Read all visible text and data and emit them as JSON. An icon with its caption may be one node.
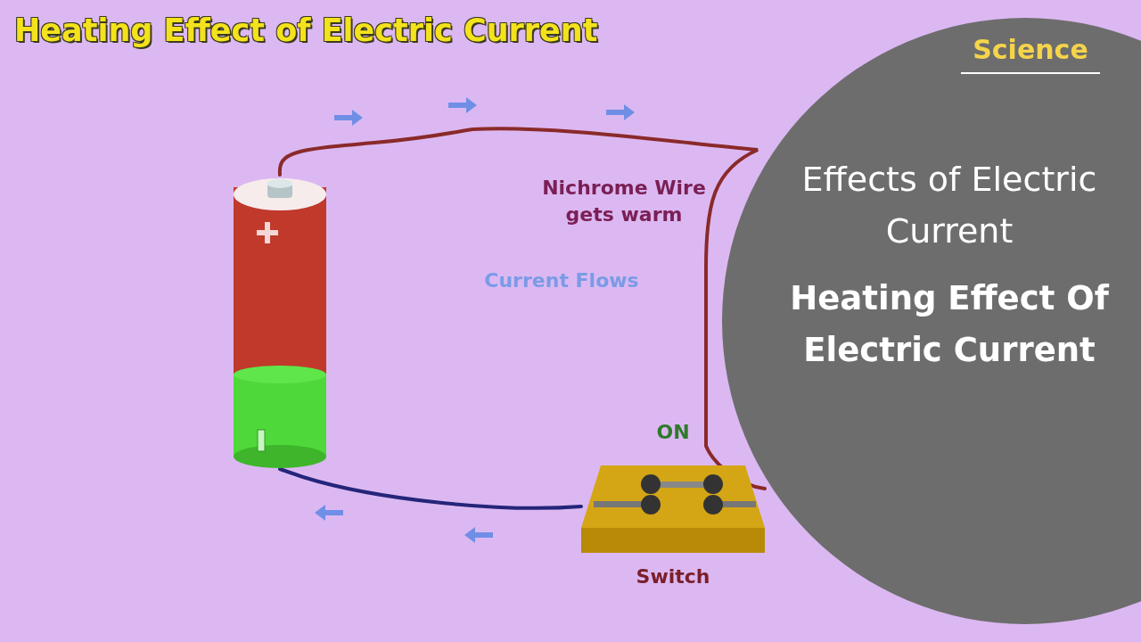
{
  "diagram": {
    "title": "Heating Effect of Electric Current",
    "nodes": [
      {
        "text": [],
        "shape": "cylinder"
      },
      {
        "text": [],
        "shape": "box",
        "beside": [
          "ON",
          "Switch"
        ]
      }
    ],
    "edges": [
      {
        "from": 0,
        "to": 1,
        "arrow": "none"
      },
      {
        "from": 1,
        "to": 0,
        "arrow": "none",
        "color": "#25257a"
      }
    ],
    "labels": [
      "Nichrome Wire gets warm",
      "Current Flows",
      "Science",
      "Effects of Electric Current",
      "Heating Effect Of Electric Current"
    ]
  }
}
